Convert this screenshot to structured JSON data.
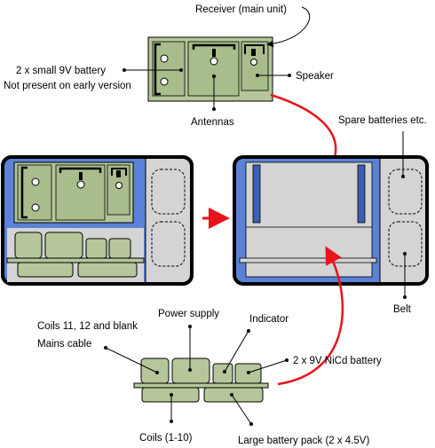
{
  "labels": {
    "receiver": "Receiver (main unit)",
    "battery_9v_line1": "2 x small 9V battery",
    "battery_9v_line2": "Not present on early version",
    "speaker": "Speaker",
    "antennas": "Antennas",
    "spare_batteries": "Spare batteries etc.",
    "belt": "Belt",
    "coils_blank_line1": "Coils 11, 12 and blank",
    "coils_blank_line2": "Mains cable",
    "power_supply": "Power supply",
    "indicator": "Indicator",
    "nicd_battery": "2 x 9V NiCd battery",
    "coils_1_10": "Coils (1-10)",
    "large_battery": "Large battery pack (2 x 4.5V)"
  },
  "colors": {
    "module_green": "#b5c79a",
    "case_blue": "#5b82d6",
    "case_grey": "#d4d4d4",
    "arrow_red": "#e8141b"
  }
}
